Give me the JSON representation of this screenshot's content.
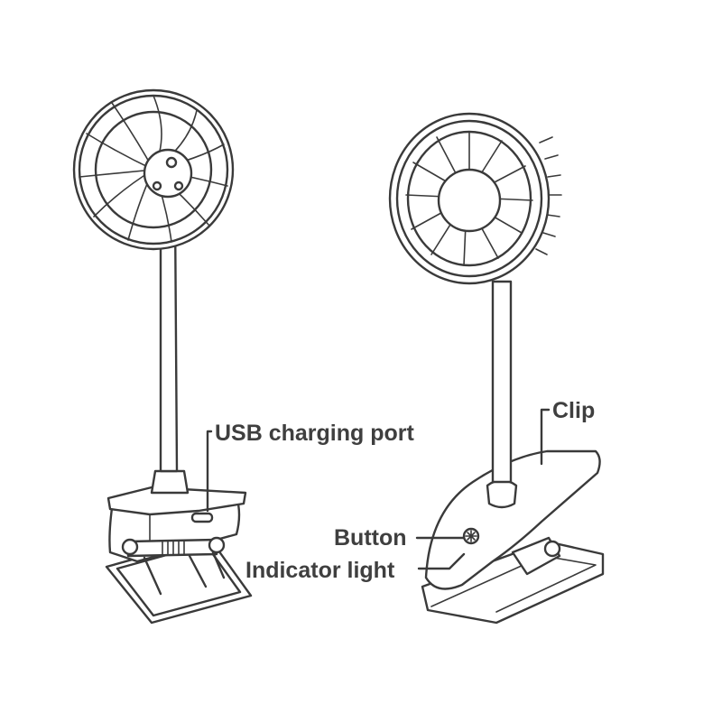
{
  "labels": {
    "usb": "USB charging port",
    "clip": "Clip",
    "button": "Button",
    "indicator": "Indicator light"
  },
  "icons": [
    "fan-rear-view-icon",
    "fan-front-view-icon",
    "fan-button-icon"
  ],
  "colors": {
    "line": "#3a3a3a",
    "label": "#3f3f3f",
    "background": "#ffffff"
  }
}
